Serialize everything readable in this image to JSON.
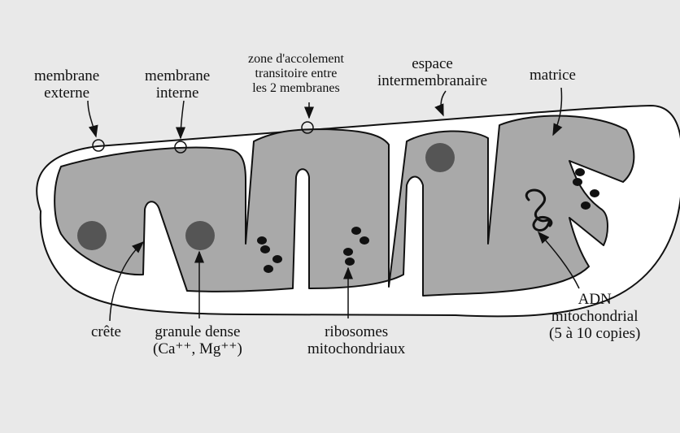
{
  "labels": {
    "membrane_externe": [
      "membrane",
      "externe"
    ],
    "membrane_interne": [
      "membrane",
      "interne"
    ],
    "zone_accolement": [
      "zone d'accolement",
      "transitoire entre",
      "les 2 membranes"
    ],
    "espace_intermembranaire": [
      "espace",
      "intermembranaire"
    ],
    "matrice": "matrice",
    "crete": "crête",
    "granule_dense": [
      "granule dense",
      "(Ca⁺⁺, Mg⁺⁺)"
    ],
    "ribosomes": [
      "ribosomes",
      "mitochondriaux"
    ],
    "adn": [
      "ADN",
      "mitochondrial",
      "(5 à 10 copies)"
    ]
  },
  "colors": {
    "background": "#e9e9e9",
    "outer_fill": "#ffffff",
    "matrix_fill": "#a9a9a9",
    "granule": "#555555",
    "stroke": "#111111"
  }
}
